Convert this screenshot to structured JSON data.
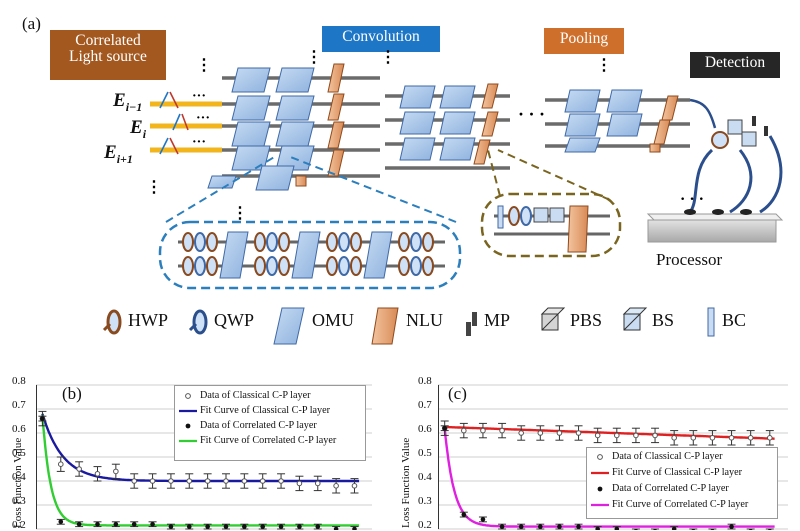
{
  "panel_a": {
    "letter": "(a)",
    "labels": {
      "source_line1": "Correlated",
      "source_line2": "Light source",
      "convolution": "Convolution",
      "pooling": "Pooling",
      "detection": "Detection",
      "processor": "Processor"
    },
    "inputs": [
      "E",
      "E",
      "E"
    ],
    "input_subscripts": [
      "i−1",
      "i",
      "i+1"
    ],
    "legend": [
      "HWP",
      "QWP",
      "OMU",
      "NLU",
      "MP",
      "PBS",
      "BS",
      "BC"
    ]
  },
  "colors": {
    "omu_fill": "#a8c6ea",
    "omu_edge": "#3f69a6",
    "nlu_fill": "#e8a77a",
    "nlu_edge": "#8f4a1d",
    "waveguide": "#666666",
    "fiber": "#2b4e8c",
    "dash_blue": "#2c7fbd",
    "dash_olive": "#7a6520",
    "classical_fit_b": "#1a1aa0",
    "correlated_fit_b": "#32cd32",
    "classical_fit_c": "#e02020",
    "correlated_fit_c": "#e020e0"
  },
  "chart_data": [
    {
      "type": "scatter",
      "panel": "(b)",
      "ylabel": "Loss Function Value",
      "ylim": [
        0.2,
        0.8
      ],
      "yticks": [
        "0.8",
        "0.7",
        "0.6",
        "0.5",
        "0.4",
        "0.3",
        "0.2"
      ],
      "grid": true,
      "legend_position": "top-right",
      "legend": [
        "Data of Classical C-P layer",
        "Fit Curve of Classical C-P layer",
        "Data of Correlated C-P layer",
        "Fit Curve of Correlated C-P layer"
      ],
      "series": [
        {
          "name": "Data of Classical C-P layer",
          "x": [
            1,
            2,
            3,
            4,
            5,
            6,
            7,
            8,
            9,
            10,
            11,
            12,
            13,
            14,
            15,
            16,
            17,
            18
          ],
          "values": [
            0.66,
            0.47,
            0.45,
            0.43,
            0.44,
            0.4,
            0.4,
            0.4,
            0.4,
            0.4,
            0.4,
            0.4,
            0.4,
            0.4,
            0.39,
            0.39,
            0.38,
            0.38
          ],
          "error": 0.03
        },
        {
          "name": "Data of Correlated C-P layer",
          "x": [
            1,
            2,
            3,
            4,
            5,
            6,
            7,
            8,
            9,
            10,
            11,
            12,
            13,
            14,
            15,
            16,
            17,
            18
          ],
          "values": [
            0.66,
            0.23,
            0.22,
            0.22,
            0.22,
            0.22,
            0.22,
            0.21,
            0.21,
            0.21,
            0.21,
            0.21,
            0.21,
            0.21,
            0.21,
            0.21,
            0.2,
            0.2
          ],
          "error": 0.01
        }
      ],
      "fits": [
        {
          "name": "Fit Curve of Classical C-P layer",
          "a": 0.4,
          "b": 0.28,
          "k": 0.9
        },
        {
          "name": "Fit Curve of Correlated C-P layer",
          "a": 0.215,
          "b": 0.46,
          "k": 2.2
        }
      ]
    },
    {
      "type": "scatter",
      "panel": "(c)",
      "ylabel": "Loss Function Value",
      "ylim": [
        0.2,
        0.8
      ],
      "yticks": [
        "0.8",
        "0.7",
        "0.6",
        "0.5",
        "0.4",
        "0.3",
        "0.2"
      ],
      "grid": true,
      "legend_position": "center-right",
      "legend": [
        "Data of Classical C-P layer",
        "Fit Curve of Classical C-P layer",
        "Data of Correlated C-P layer",
        "Fit Curve of Correlated C-P layer"
      ],
      "series": [
        {
          "name": "Data of Classical C-P layer",
          "x": [
            1,
            2,
            3,
            4,
            5,
            6,
            7,
            8,
            9,
            10,
            11,
            12,
            13,
            14,
            15,
            16,
            17,
            18
          ],
          "values": [
            0.62,
            0.61,
            0.61,
            0.61,
            0.6,
            0.6,
            0.6,
            0.6,
            0.59,
            0.59,
            0.59,
            0.59,
            0.58,
            0.58,
            0.58,
            0.58,
            0.58,
            0.58
          ],
          "error": 0.03
        },
        {
          "name": "Data of Correlated C-P layer",
          "x": [
            1,
            2,
            3,
            4,
            5,
            6,
            7,
            8,
            9,
            10,
            11,
            12,
            13,
            14,
            15,
            16,
            17,
            18
          ],
          "values": [
            0.62,
            0.26,
            0.24,
            0.21,
            0.21,
            0.21,
            0.21,
            0.21,
            0.2,
            0.2,
            0.19,
            0.19,
            0.2,
            0.19,
            0.19,
            0.21,
            0.19,
            0.19
          ],
          "error": 0.01
        }
      ],
      "fits": [
        {
          "name": "Fit Curve of Classical C-P layer",
          "linear": true,
          "start": 0.625,
          "end": 0.577
        },
        {
          "name": "Fit Curve of Correlated C-P layer",
          "a": 0.21,
          "b": 0.41,
          "k": 2.0
        }
      ]
    }
  ]
}
